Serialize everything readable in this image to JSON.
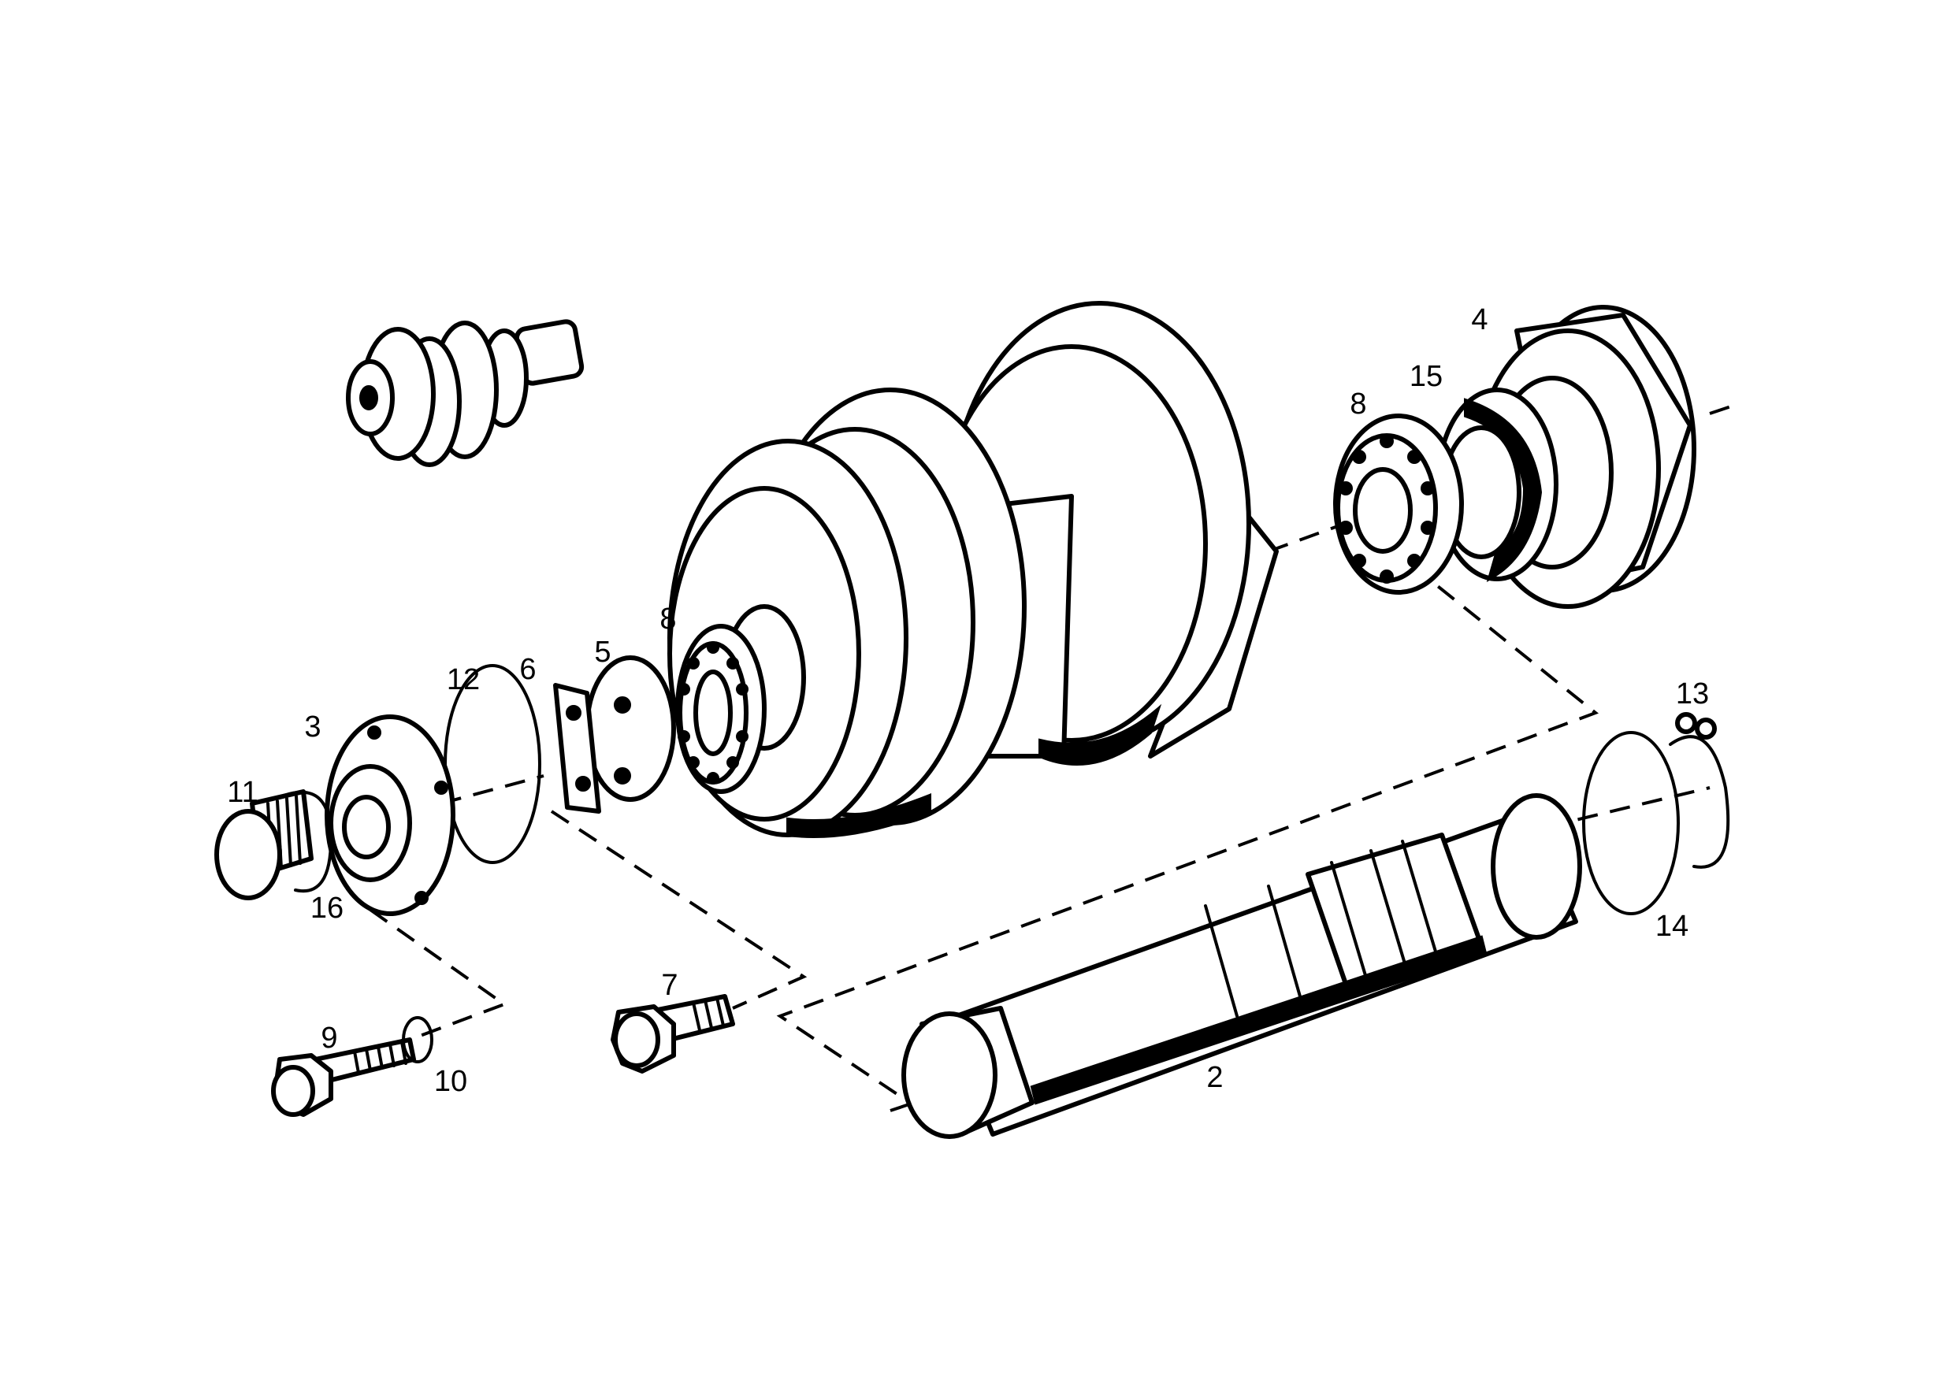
{
  "callouts": {
    "c2": "2",
    "c3": "3",
    "c4": "4",
    "c5": "5",
    "c6": "6",
    "c7": "7",
    "c8a": "8",
    "c8b": "8",
    "c9": "9",
    "c10": "10",
    "c11": "11",
    "c12": "12",
    "c13": "13",
    "c14": "14",
    "c15": "15",
    "c16": "16"
  },
  "colors": {
    "ink": "#000000",
    "paper": "#ffffff"
  }
}
